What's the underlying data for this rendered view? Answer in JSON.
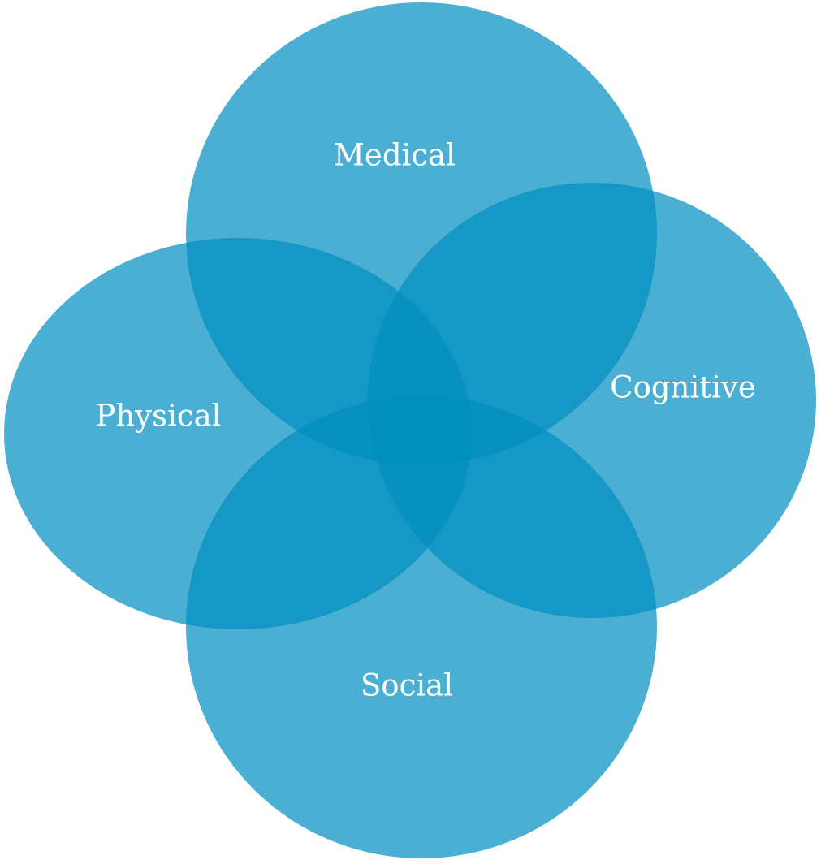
{
  "diagram": {
    "type": "venn",
    "fill_color": "#008ec0",
    "label_color": "#ffffff",
    "sets": [
      {
        "id": "medical",
        "label": "Medical"
      },
      {
        "id": "cognitive",
        "label": "Cognitive"
      },
      {
        "id": "social",
        "label": "Social"
      },
      {
        "id": "physical",
        "label": "Physical"
      }
    ]
  }
}
